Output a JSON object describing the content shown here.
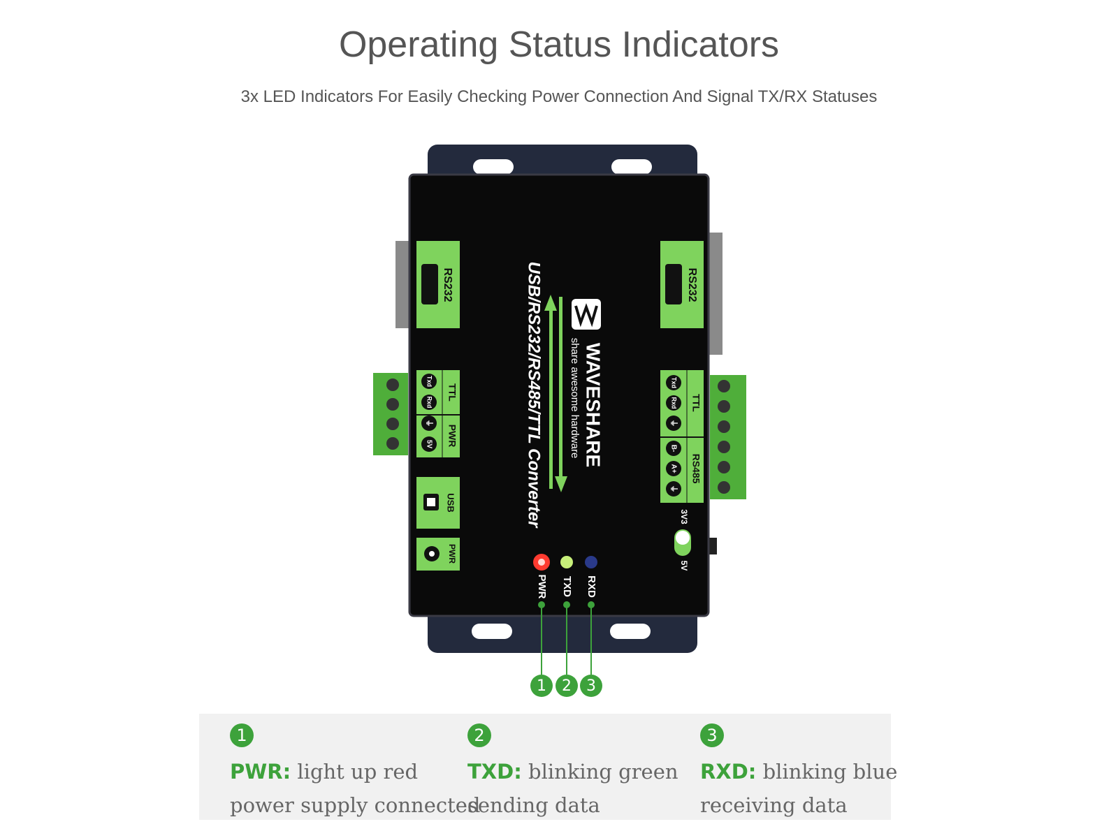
{
  "heading": {
    "title": "Operating Status Indicators",
    "subtitle": "3x LED Indicators For Easily Checking Power Connection And Signal TX/RX Statuses"
  },
  "device": {
    "product_name": "USB/RS232/RS485/TTL Converter",
    "brand": "WAVESHARE",
    "tagline": "share awesome hardware",
    "left_ports": {
      "rs232": "RS232",
      "ttl": "TTL",
      "pwr_block": "PWR",
      "txd_pin": "Txd",
      "rxd_pin": "Rxd",
      "v5_pin": "5V",
      "usb": "USB",
      "pwr_jack": "PWR"
    },
    "right_ports": {
      "rs232": "RS232",
      "ttl": "TTL",
      "rs485": "RS485",
      "txd_pin": "Txd",
      "rxd_pin": "Rxd",
      "b_pin": "B-",
      "a_pin": "A+",
      "switch_3v3": "3V3",
      "switch_5v": "5V"
    },
    "leds": [
      {
        "label": "PWR",
        "color": "#ff3b30"
      },
      {
        "label": "TXD",
        "color": "#c8f07a"
      },
      {
        "label": "RXD",
        "color": "#2a3a8a"
      }
    ],
    "callouts": [
      "1",
      "2",
      "3"
    ]
  },
  "legend": {
    "items": [
      {
        "num": "1",
        "key": "PWR:",
        "value": "light up red",
        "desc": "power supply connected"
      },
      {
        "num": "2",
        "key": "TXD:",
        "value": "blinking green",
        "desc": "sending data"
      },
      {
        "num": "3",
        "key": "RXD:",
        "value": "blinking blue",
        "desc": "receiving data"
      }
    ]
  },
  "colors": {
    "accent_green": "#3da23b",
    "port_green": "#7fd35d",
    "body_black": "#0a0a0a",
    "bracket_navy": "#232a3d"
  }
}
